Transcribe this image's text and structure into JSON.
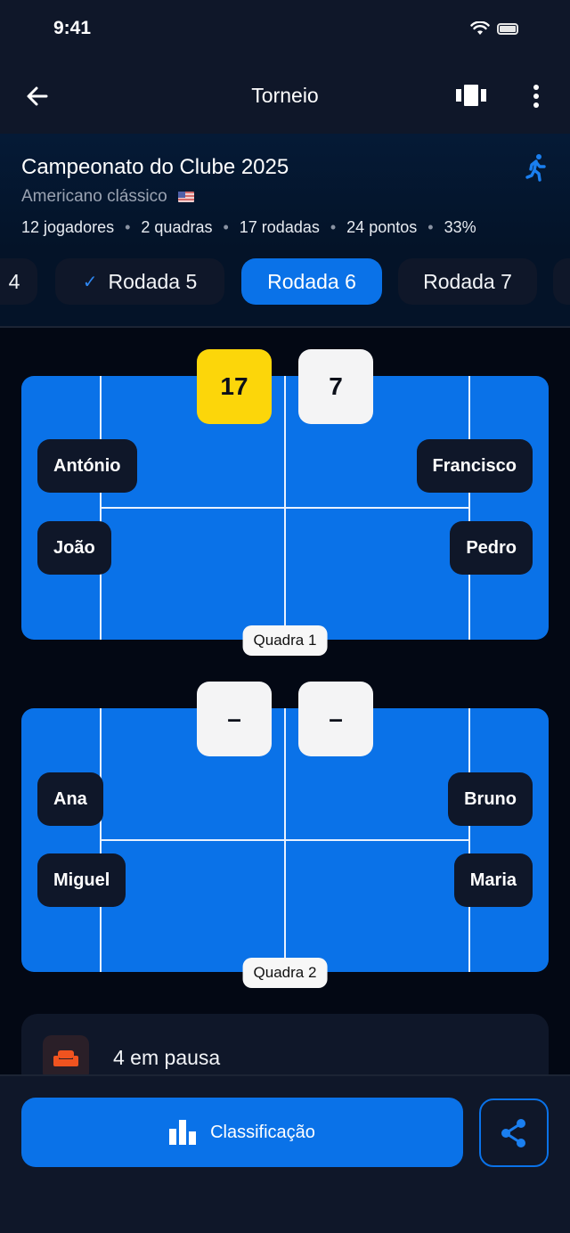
{
  "status_bar": {
    "time": "9:41"
  },
  "nav": {
    "title": "Torneio"
  },
  "tournament": {
    "title": "Campeonato do Clube 2025",
    "format": "Americano clássico",
    "meta": [
      "12 jogadores",
      "2 quadras",
      "17 rodadas",
      "24 pontos",
      "33%"
    ]
  },
  "rounds": [
    {
      "label": "4",
      "state": "completed-partial"
    },
    {
      "label": "Rodada 5",
      "state": "completed"
    },
    {
      "label": "Rodada 6",
      "state": "active"
    },
    {
      "label": "Rodada 7",
      "state": "upcoming"
    }
  ],
  "courts": [
    {
      "label": "Quadra 1",
      "score_left": "17",
      "score_right": "7",
      "team_left": [
        "António",
        "João"
      ],
      "team_right": [
        "Francisco",
        "Pedro"
      ]
    },
    {
      "label": "Quadra 2",
      "score_left": "–",
      "score_right": "–",
      "team_left": [
        "Ana",
        "Miguel"
      ],
      "team_right": [
        "Bruno",
        "Maria"
      ]
    }
  ],
  "paused": {
    "text": "4 em pausa"
  },
  "actions": {
    "ranking_label": "Classificação"
  },
  "colors": {
    "accent": "#0a72e8",
    "winner": "#fcd60a",
    "background": "#030814",
    "surface": "#0f1729",
    "pause_icon": "#f0531f"
  }
}
